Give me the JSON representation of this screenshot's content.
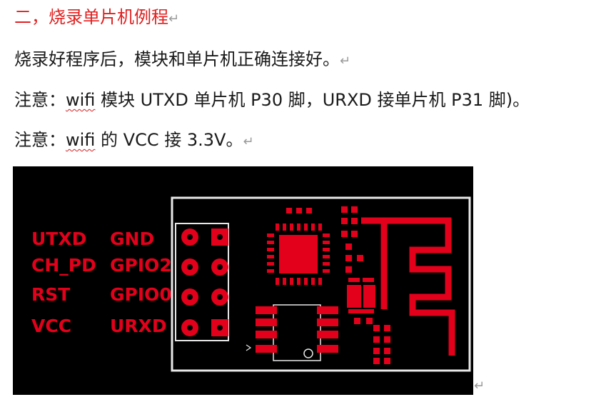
{
  "heading": "二，烧录单片机例程",
  "paragraphs": [
    "烧录好程序后，模块和单片机正确连接好。",
    {
      "prefix": "注意：",
      "wifi": "wifi",
      "rest": " 模块 UTXD  单片机 P30 脚，URXD 接单片机 P31 脚)。"
    },
    {
      "prefix": "注意：",
      "wifi": "wifi",
      "rest": " 的 VCC 接 3.3V。"
    }
  ],
  "paragraph_mark": "↵",
  "figure": {
    "left_labels": [
      "UTXD",
      "CH_PD",
      "RST",
      "VCC"
    ],
    "right_labels": [
      "GND",
      "GPIO2",
      "GPIO0",
      "URXD"
    ],
    "colors": {
      "background": "#000000",
      "copper": "#e3001b",
      "outline": "#e8e8e8"
    }
  }
}
